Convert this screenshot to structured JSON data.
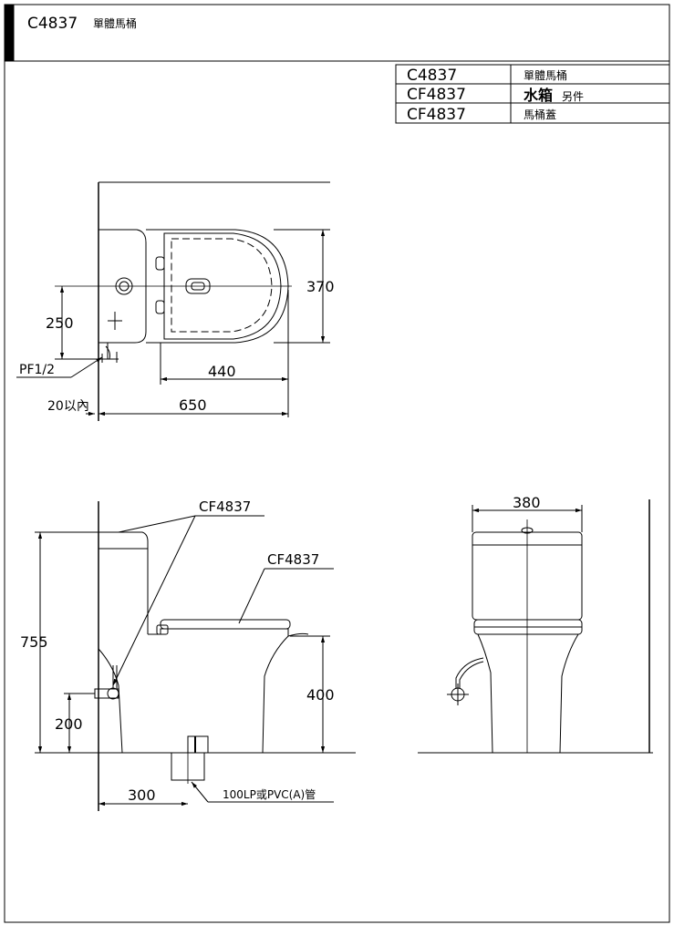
{
  "header": {
    "title": "C4837",
    "title_cn": "單體馬桶"
  },
  "parts_table": [
    {
      "code": "C4837",
      "name": "單體馬桶",
      "note": ""
    },
    {
      "code": "CF4837",
      "name": "水箱",
      "note": "另件"
    },
    {
      "code": "CF4837",
      "name": "馬桶蓋",
      "note": ""
    }
  ],
  "top_view": {
    "dim_370": "370",
    "dim_250": "250",
    "dim_440": "440",
    "dim_650": "650",
    "label_pf": "PF1/2",
    "label_20": "20以內"
  },
  "side_view": {
    "callout_tank": "CF4837",
    "callout_seat": "CF4837",
    "dim_755": "755",
    "dim_400": "400",
    "dim_200": "200",
    "dim_300": "300",
    "drain_label": "100LP或PVC(A)管"
  },
  "front_view": {
    "dim_380": "380"
  }
}
